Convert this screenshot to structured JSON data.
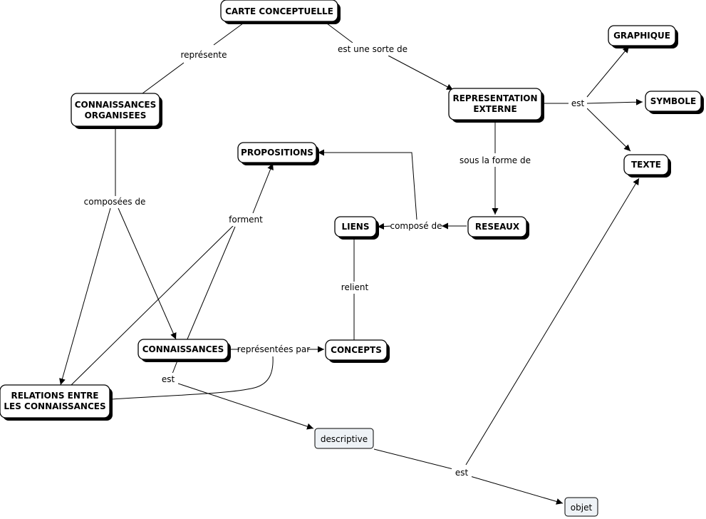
{
  "nodes": {
    "carte_conceptuelle": [
      "CARTE CONCEPTUELLE"
    ],
    "connaissances_organisees": [
      "CONNAISSANCES",
      "ORGANISEES"
    ],
    "representation_externe": [
      "REPRESENTATION",
      "EXTERNE"
    ],
    "graphique": [
      "GRAPHIQUE"
    ],
    "symbole": [
      "SYMBOLE"
    ],
    "texte": [
      "TEXTE"
    ],
    "propositions": [
      "PROPOSITIONS"
    ],
    "liens": [
      "LIENS"
    ],
    "reseaux": [
      "RESEAUX"
    ],
    "connaissances": [
      "CONNAISSANCES"
    ],
    "concepts": [
      "CONCEPTS"
    ],
    "relations": [
      "RELATIONS ENTRE",
      "LES CONNAISSANCES"
    ],
    "descriptive": [
      "descriptive"
    ],
    "objet": [
      "objet"
    ]
  },
  "link_labels": {
    "represente": "représente",
    "est_une_sorte_de": "est une sorte de",
    "est_repr": "est",
    "sous_la_forme_de": "sous la forme de",
    "composees_de": "composées de",
    "forment": "forment",
    "compose_de": "composé de",
    "relient": "relient",
    "representees_par": "représentées par",
    "est_conn": "est",
    "est_desc": "est"
  },
  "colors": {
    "concept_fill": "#ffffff",
    "leaf_fill": "#eef2f6",
    "shadow": "#000000",
    "line": "#000000"
  }
}
